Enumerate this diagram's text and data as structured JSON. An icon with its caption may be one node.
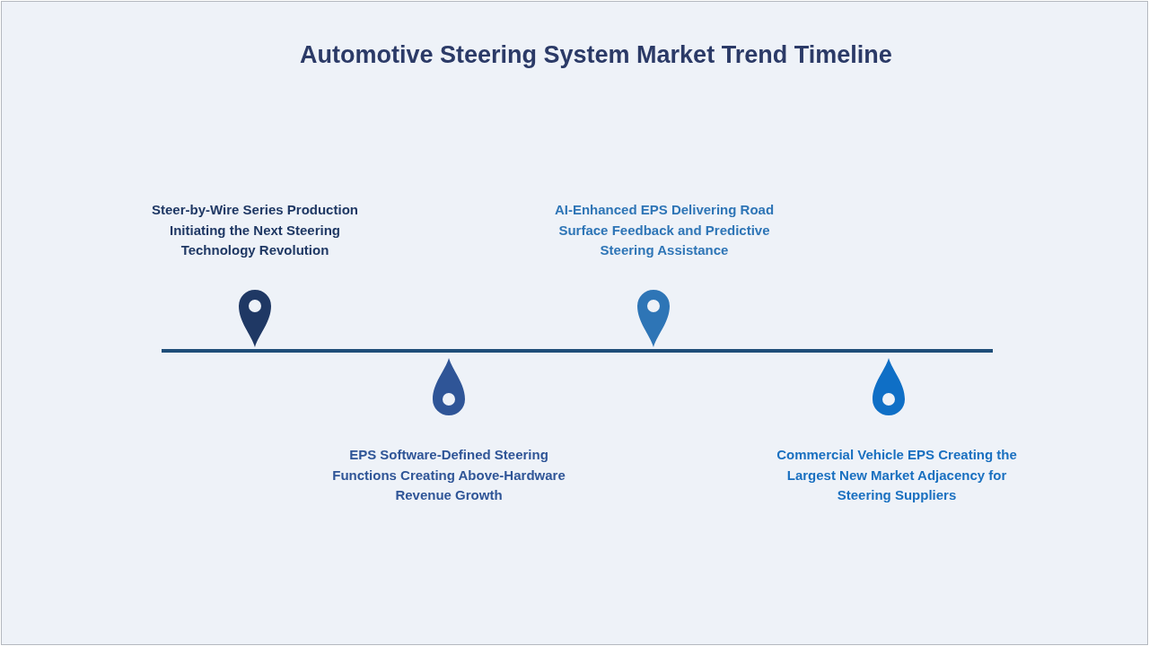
{
  "diagram": {
    "title": "Automotive Steering System Market Trend Timeline",
    "labels": [
      "Steer-by-Wire Series Production Initiating the Next Steering Technology Revolution",
      "EPS Software-Defined Steering Functions Creating Above-Hardware Revenue Growth",
      "AI-Enhanced EPS Delivering Road Surface Feedback and Predictive Steering Assistance",
      "Commercial Vehicle EPS Creating the Largest New Market Adjacency for Steering Suppliers"
    ]
  }
}
